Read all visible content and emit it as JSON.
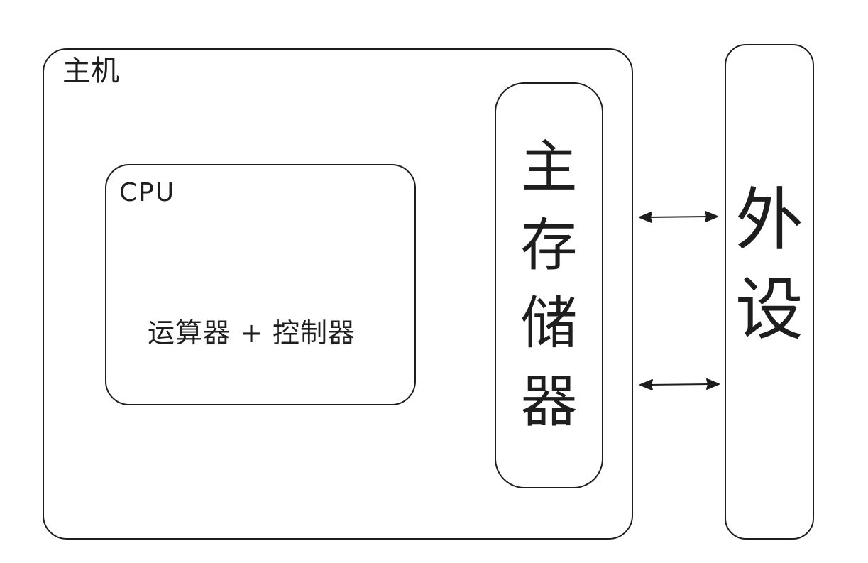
{
  "host": {
    "label": "主机"
  },
  "cpu": {
    "label": "CPU",
    "content": "运算器 + 控制器"
  },
  "memory": {
    "label": "主存储器",
    "chars": [
      "主",
      "存",
      "储",
      "器"
    ]
  },
  "peripheral": {
    "label": "外设",
    "chars": [
      "外",
      "设"
    ]
  },
  "connections": [
    {
      "from": "memory",
      "to": "peripheral",
      "type": "bidirectional"
    },
    {
      "from": "memory",
      "to": "peripheral",
      "type": "bidirectional"
    }
  ],
  "colors": {
    "stroke": "#1e1e1e",
    "background": "#ffffff"
  }
}
